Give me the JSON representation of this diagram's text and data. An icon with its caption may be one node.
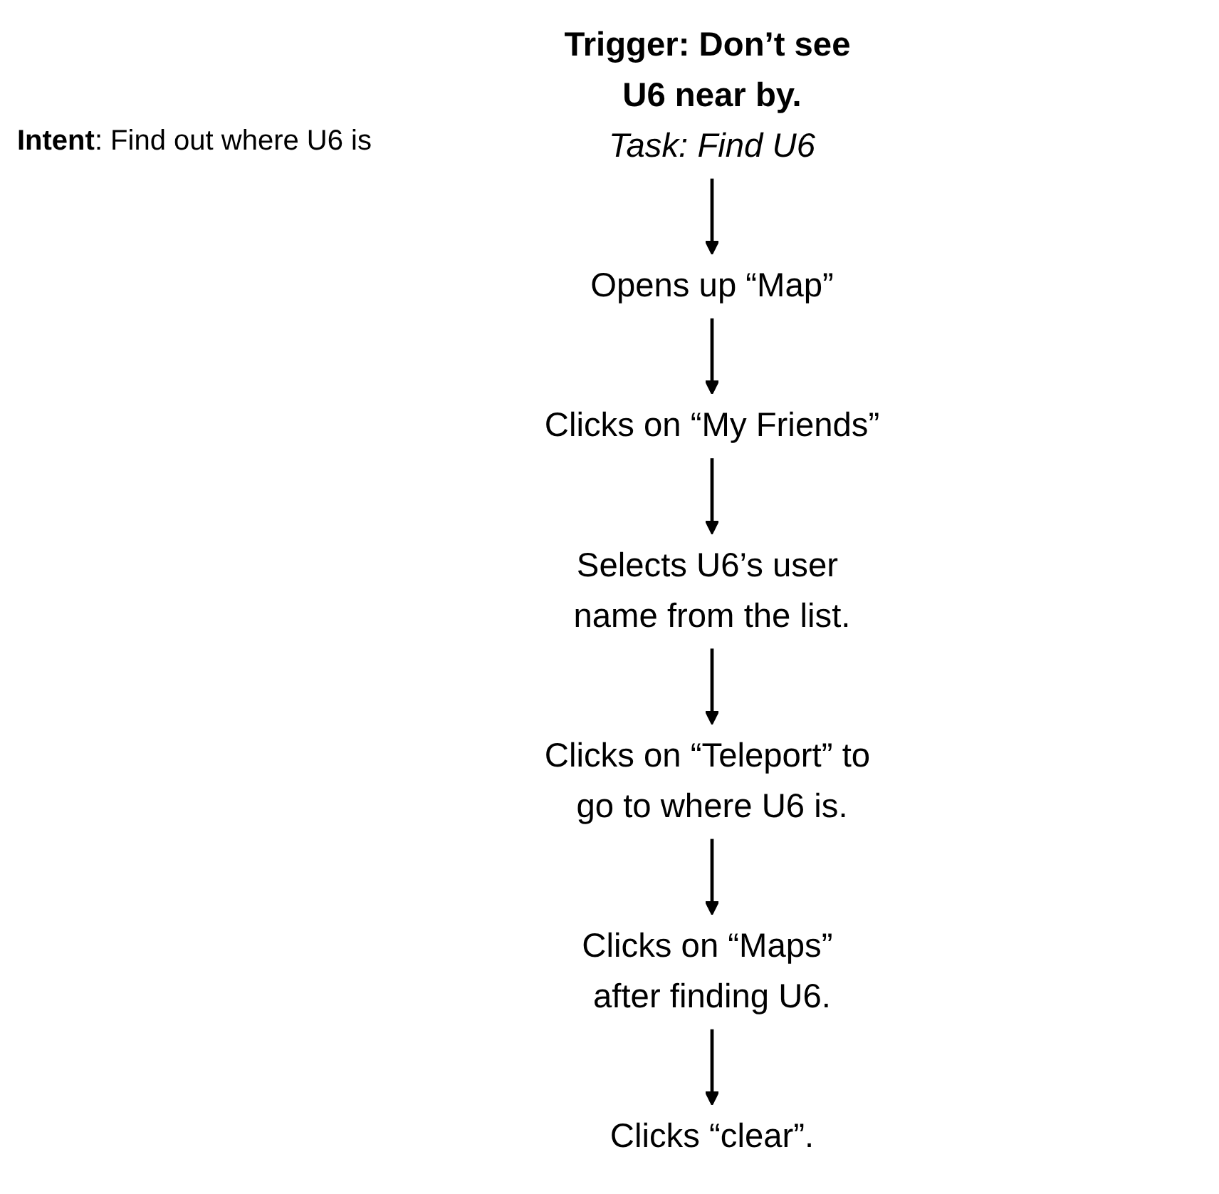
{
  "diagram": {
    "nodes": [
      {
        "text": [
          "Trigger: Don’t see U6 near by.",
          "Task: Find U6"
        ]
      },
      {
        "text": [
          "Opens up “Map”"
        ]
      },
      {
        "text": [
          "Clicks on “My Friends”"
        ]
      },
      {
        "text": [
          "Selects U6’s user name from the list."
        ]
      },
      {
        "text": [
          "Clicks on “Teleport” to go to where U6 is."
        ]
      },
      {
        "text": [
          "Clicks on “Maps” after finding U6."
        ]
      },
      {
        "text": [
          "Clicks “clear”."
        ]
      }
    ],
    "edges": [
      {
        "from": 0,
        "to": 1,
        "arrow": "to"
      },
      {
        "from": 1,
        "to": 2,
        "arrow": "to"
      },
      {
        "from": 2,
        "to": 3,
        "arrow": "to"
      },
      {
        "from": 3,
        "to": 4,
        "arrow": "to"
      },
      {
        "from": 4,
        "to": 5,
        "arrow": "to"
      },
      {
        "from": 5,
        "to": 6,
        "arrow": "to"
      }
    ],
    "labels": [
      "**Intent**: Find out where U6 is"
    ]
  }
}
